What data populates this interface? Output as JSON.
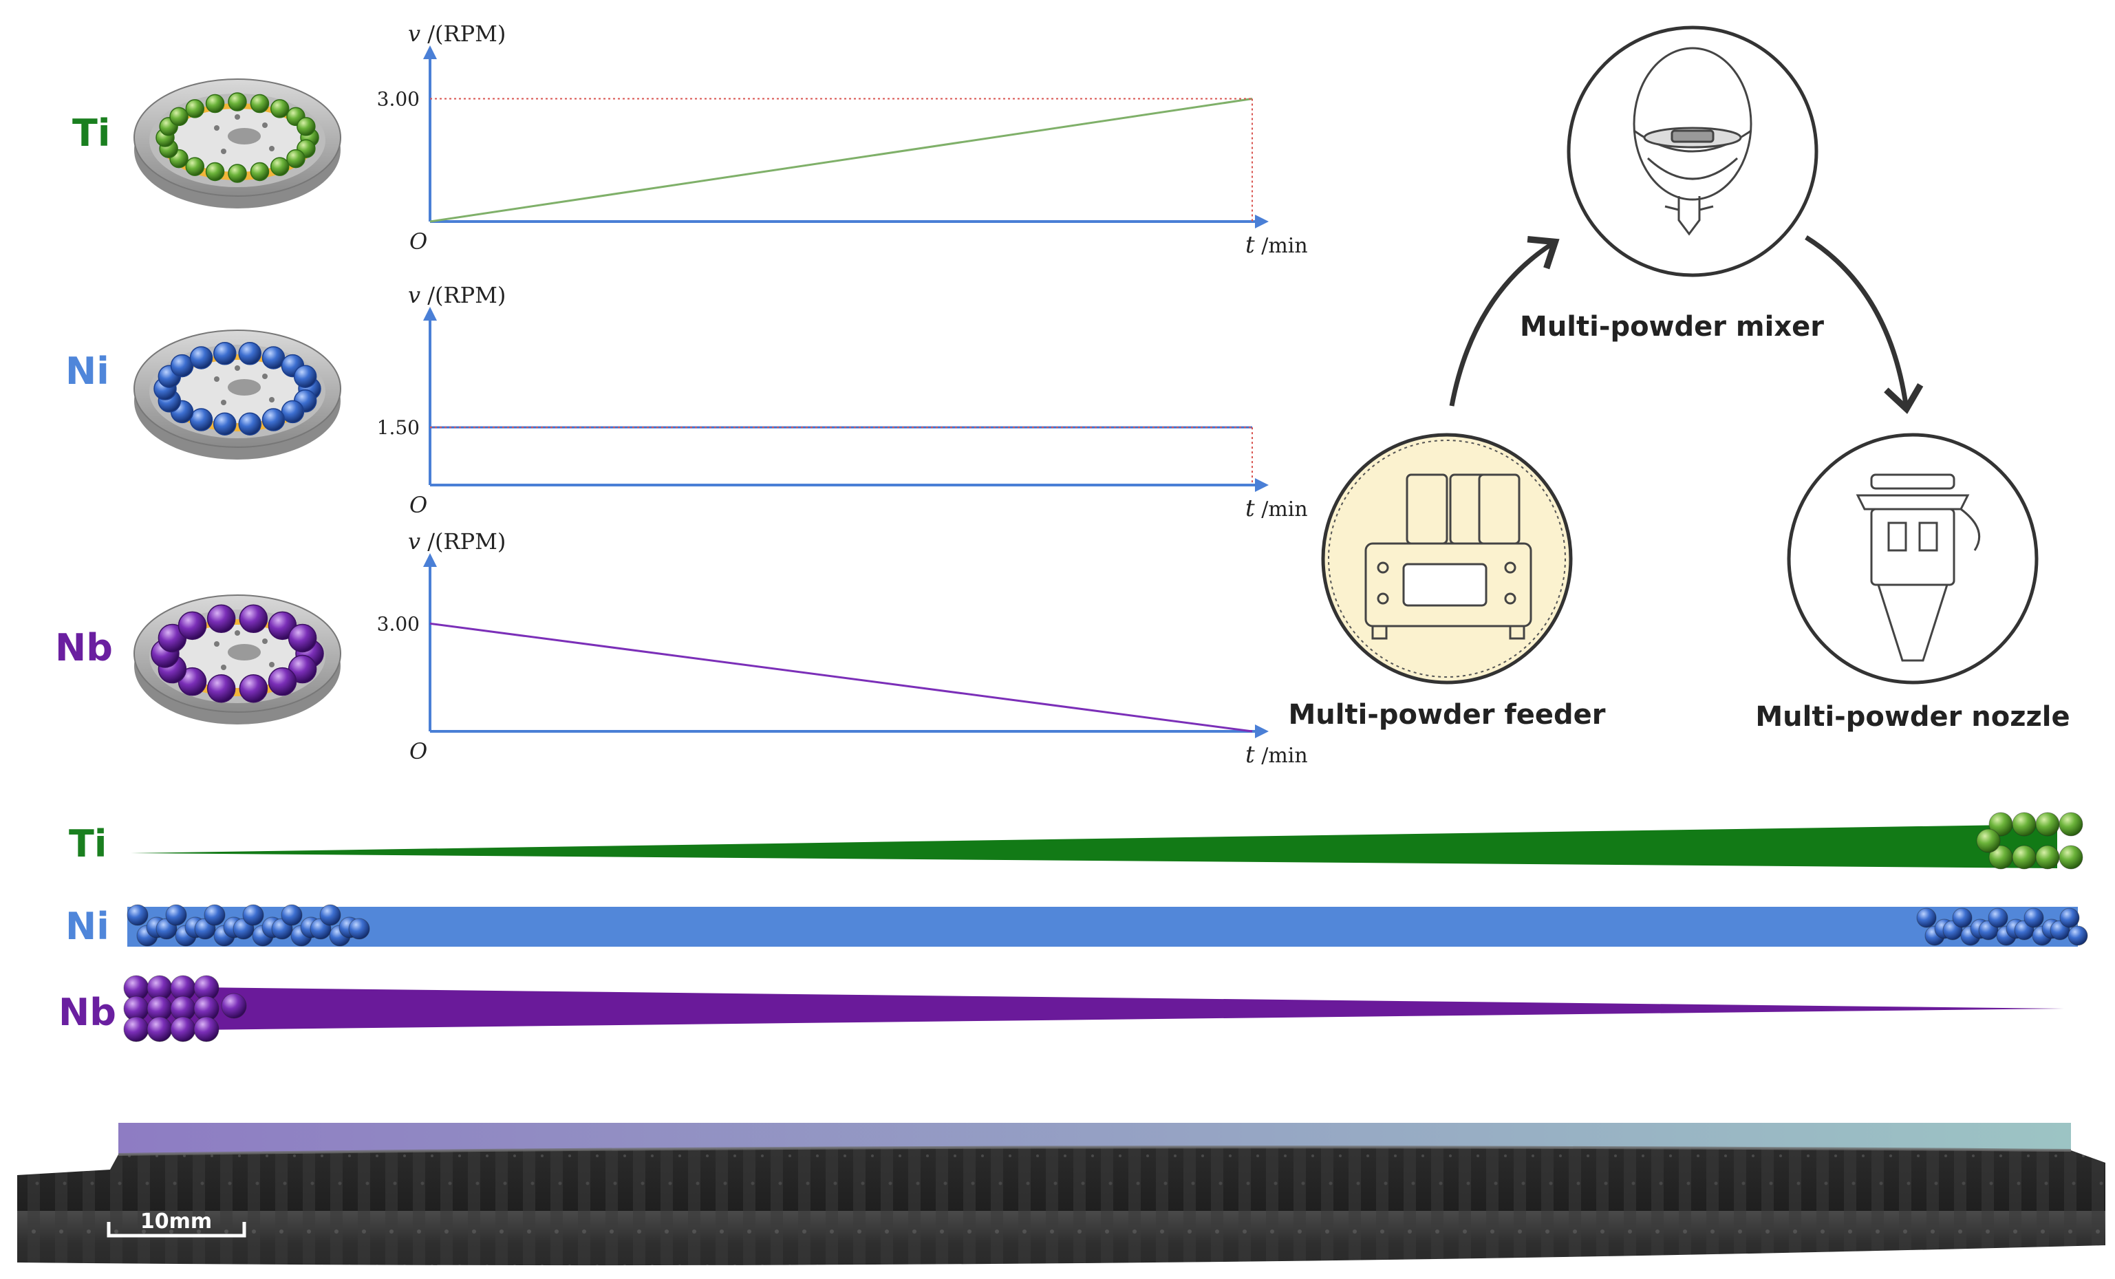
{
  "elements": [
    {
      "key": "ti",
      "symbol": "Ti",
      "color": "#1a7f1f",
      "ball": "#6bb33a",
      "ball_dark": "#2f6d14"
    },
    {
      "key": "ni",
      "symbol": "Ni",
      "color": "#4f86da",
      "ball": "#3d6fd0",
      "ball_dark": "#1b3f8f"
    },
    {
      "key": "nb",
      "symbol": "Nb",
      "color": "#6a1fa0",
      "ball": "#7b2fb8",
      "ball_dark": "#3c0f63"
    }
  ],
  "charts": {
    "y_axis_label_var": "v",
    "y_axis_label_unit": "/(RPM)",
    "x_axis_label_var": "t",
    "x_axis_label_unit": "/min",
    "origin_label": "O"
  },
  "chart_data": [
    {
      "type": "line",
      "series": [
        {
          "name": "",
          "x": [
            0,
            1
          ],
          "values": [
            0,
            3.0
          ]
        }
      ],
      "y_tick_labels": [
        "3.00"
      ],
      "y_ticks": [
        3.0
      ],
      "ylim": [
        0,
        3.9
      ],
      "xlim": [
        0,
        1.0
      ],
      "line_color": "#7fb069",
      "guide": "dotted red at end",
      "xlabel": "t /min",
      "ylabel": "v /(RPM)"
    },
    {
      "type": "line",
      "series": [
        {
          "name": "",
          "x": [
            0,
            1
          ],
          "values": [
            1.5,
            1.5
          ]
        }
      ],
      "y_tick_labels": [
        "1.50"
      ],
      "y_ticks": [
        1.5
      ],
      "ylim": [
        0,
        4.2
      ],
      "xlim": [
        0,
        1.0
      ],
      "line_color": "#3d6fd0",
      "guide": "dotted red at end",
      "xlabel": "t /min",
      "ylabel": "v /(RPM)"
    },
    {
      "type": "line",
      "series": [
        {
          "name": "",
          "x": [
            0,
            1
          ],
          "values": [
            3.0,
            0
          ]
        }
      ],
      "y_tick_labels": [
        "3.00"
      ],
      "y_ticks": [
        3.0
      ],
      "ylim": [
        0,
        4.5
      ],
      "xlim": [
        0,
        1.0
      ],
      "line_color": "#7b2fb8",
      "guide": "",
      "xlabel": "t /min",
      "ylabel": "v /(RPM)"
    }
  ],
  "flow": {
    "mixer_label": "Multi-powder mixer",
    "feeder_label": "Multi-powder feeder",
    "nozzle_label": "Multi-powder nozzle"
  },
  "gradient_bars": {
    "ti_trend": "increasing",
    "ni_trend": "constant",
    "nb_trend": "decreasing"
  },
  "sample": {
    "scale_label": "10mm",
    "overlay_start_color": "#8e7cc3",
    "overlay_end_color": "#9cc4c4"
  }
}
